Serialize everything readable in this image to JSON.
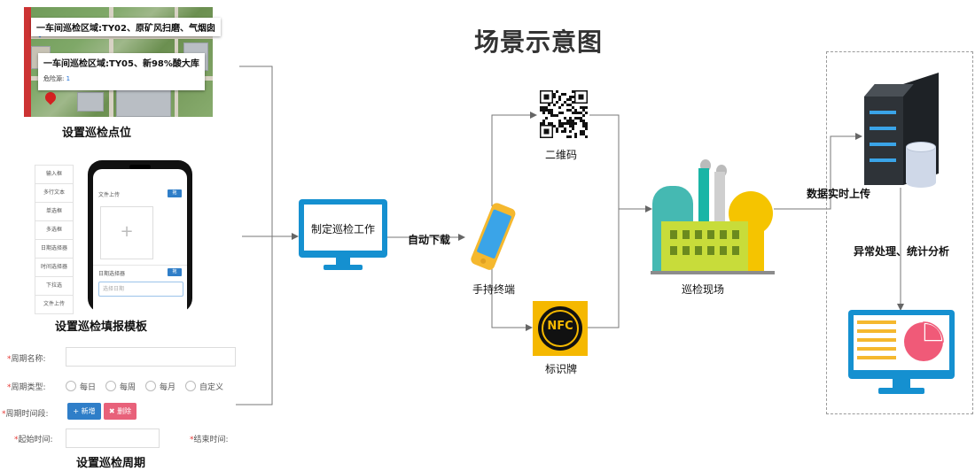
{
  "title": "场景示意图",
  "map_panel": {
    "popup1": "一车间巡检区域:TY02、原矿风扫磨、气烟囱",
    "popup2": "一车间巡检区域:TY05、新98%酸大库",
    "risk_label": "危险源:",
    "risk_value": "1",
    "caption": "设置巡检点位"
  },
  "template_panel": {
    "items": [
      "输入框",
      "多行文本",
      "单选框",
      "多选框",
      "日期选择器",
      "时间选择器",
      "下拉选",
      "文件上传"
    ],
    "phone": {
      "file_upload_label": "文件上传",
      "date_picker_label": "日期选择器",
      "date_placeholder": "选择日期",
      "btn": "拖"
    },
    "caption": "设置巡检填报模板"
  },
  "cycle_form": {
    "name_label": "周期名称:",
    "type_label": "周期类型:",
    "options": [
      "每日",
      "每周",
      "每月",
      "自定义"
    ],
    "period_label": "周期时间段:",
    "add_btn": "+ 新增",
    "del_btn": "✖ 删除",
    "start_label": "起始时间:",
    "end_label": "结束时间:",
    "caption": "设置巡检周期"
  },
  "flow": {
    "plan_label": "制定巡检工作",
    "auto_download": "自动下载",
    "terminal": "手持终端",
    "qr": "二维码",
    "nfc_text": "NFC",
    "tag": "标识牌",
    "site": "巡检现场",
    "upload": "数据实时上传",
    "analysis": "异常处理、统计分析"
  },
  "colors": {
    "monitor": "#1590d0",
    "phone": "#f5b82e",
    "factory_yellow": "#f5c400",
    "factory_green": "#c8dc3a",
    "factory_teal": "#1ab5a6",
    "nfc_bg": "#f5b800",
    "accent_blue": "#2f7ec8",
    "delete_red": "#e8617a"
  }
}
